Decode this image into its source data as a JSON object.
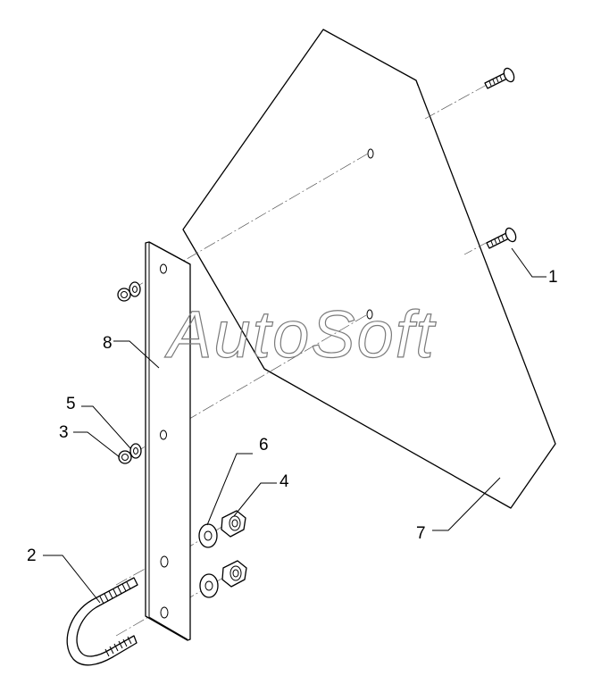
{
  "watermark": "AutoSoft",
  "callouts": [
    {
      "id": "1",
      "label": "1"
    },
    {
      "id": "2",
      "label": "2"
    },
    {
      "id": "3",
      "label": "3"
    },
    {
      "id": "4",
      "label": "4"
    },
    {
      "id": "5",
      "label": "5"
    },
    {
      "id": "6",
      "label": "6"
    },
    {
      "id": "7",
      "label": "7"
    },
    {
      "id": "8",
      "label": "8"
    }
  ]
}
